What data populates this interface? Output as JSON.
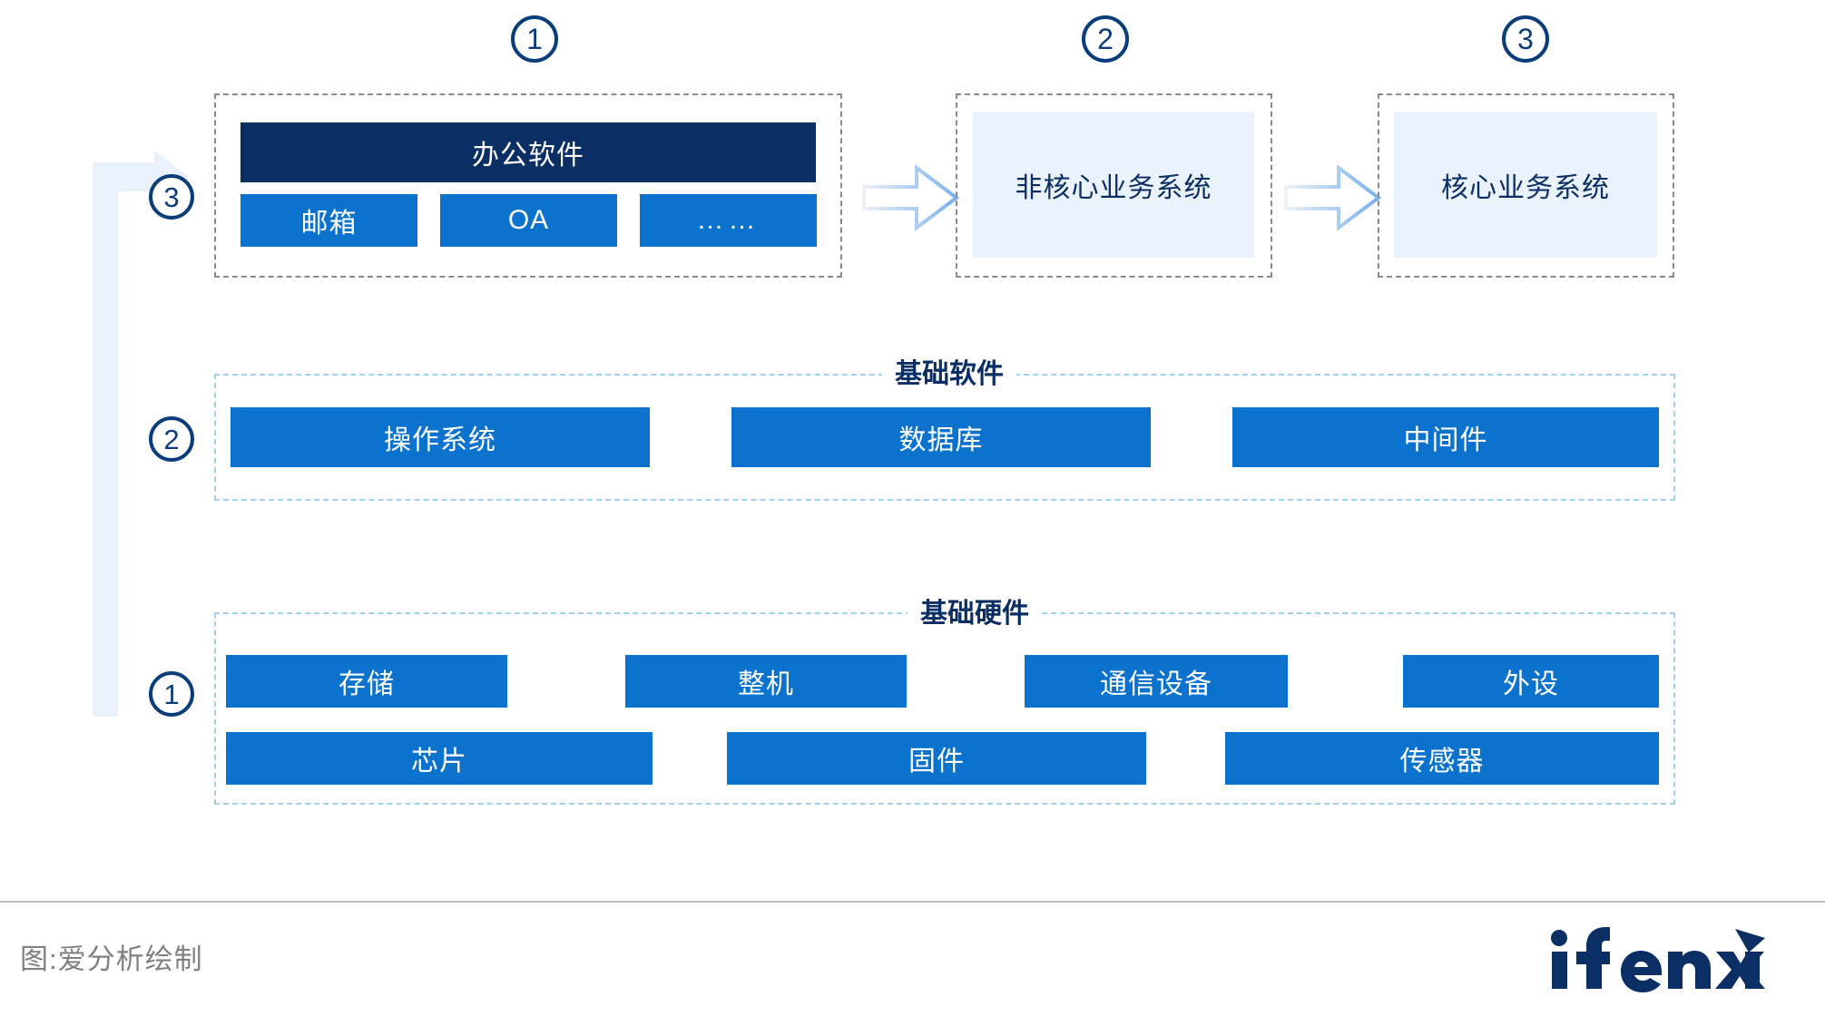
{
  "diagram": {
    "title_markers": {
      "top_1": "1",
      "top_2": "2",
      "top_3": "3",
      "left_3": "3",
      "left_2": "2",
      "left_1": "1"
    },
    "stage_one": {
      "header_label": "办公软件",
      "items": [
        {
          "label": "邮箱"
        },
        {
          "label": "OA"
        },
        {
          "label": "……"
        }
      ]
    },
    "stage_two": {
      "label": "非核心业务系统"
    },
    "stage_three": {
      "label": "核心业务系统"
    },
    "basic_software": {
      "title": "基础软件",
      "items": [
        {
          "label": "操作系统"
        },
        {
          "label": "数据库"
        },
        {
          "label": "中间件"
        }
      ]
    },
    "basic_hardware": {
      "title": "基础硬件",
      "row_one": [
        {
          "label": "存储"
        },
        {
          "label": "整机"
        },
        {
          "label": "通信设备"
        },
        {
          "label": "外设"
        }
      ],
      "row_two": [
        {
          "label": "芯片"
        },
        {
          "label": "固件"
        },
        {
          "label": "传感器"
        }
      ]
    },
    "arrows": {
      "flow_1_to_2": "right-block-arrow",
      "flow_2_to_3": "right-block-arrow",
      "vertical_loop": "elbow-up-right-arrow"
    }
  },
  "footer": {
    "credit": "图:爱分析绘制",
    "logo_text": "ifenxi"
  },
  "colors": {
    "navy": "#0b2f64",
    "blue": "#0b72ce",
    "pale_blue": "#eaf2fb",
    "marker_navy": "#0b3d7b",
    "dashed_grey": "#8a8a8a",
    "dashed_cyan": "#9fd2ea",
    "arrow_blue": "#79b0ec",
    "rule_grey": "#bdbdbd",
    "credit_grey": "#808080"
  }
}
